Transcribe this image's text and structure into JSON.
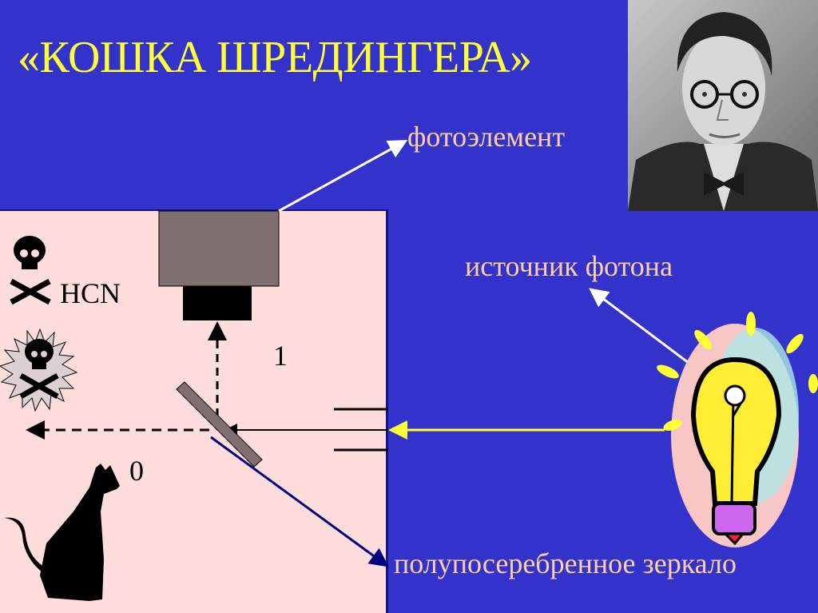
{
  "slide": {
    "title": "«КОШКА ШРЕДИНГЕРА»",
    "background_color": "#3333cc",
    "title_color": "#ffff33",
    "label_color": "#fdcfa8",
    "box_color": "#ffdddd"
  },
  "labels": {
    "photoelement": "фотоэлемент",
    "photon_source": "источник фотона",
    "half_silvered_mirror": "полупосеребренное зеркало",
    "poison": "HCN",
    "path_1": "1",
    "path_0": "0"
  },
  "icons": [
    "skull-crossbones-icon",
    "skull-burst-icon",
    "cat-silhouette",
    "light-bulb-icon",
    "schrodinger-portrait"
  ]
}
